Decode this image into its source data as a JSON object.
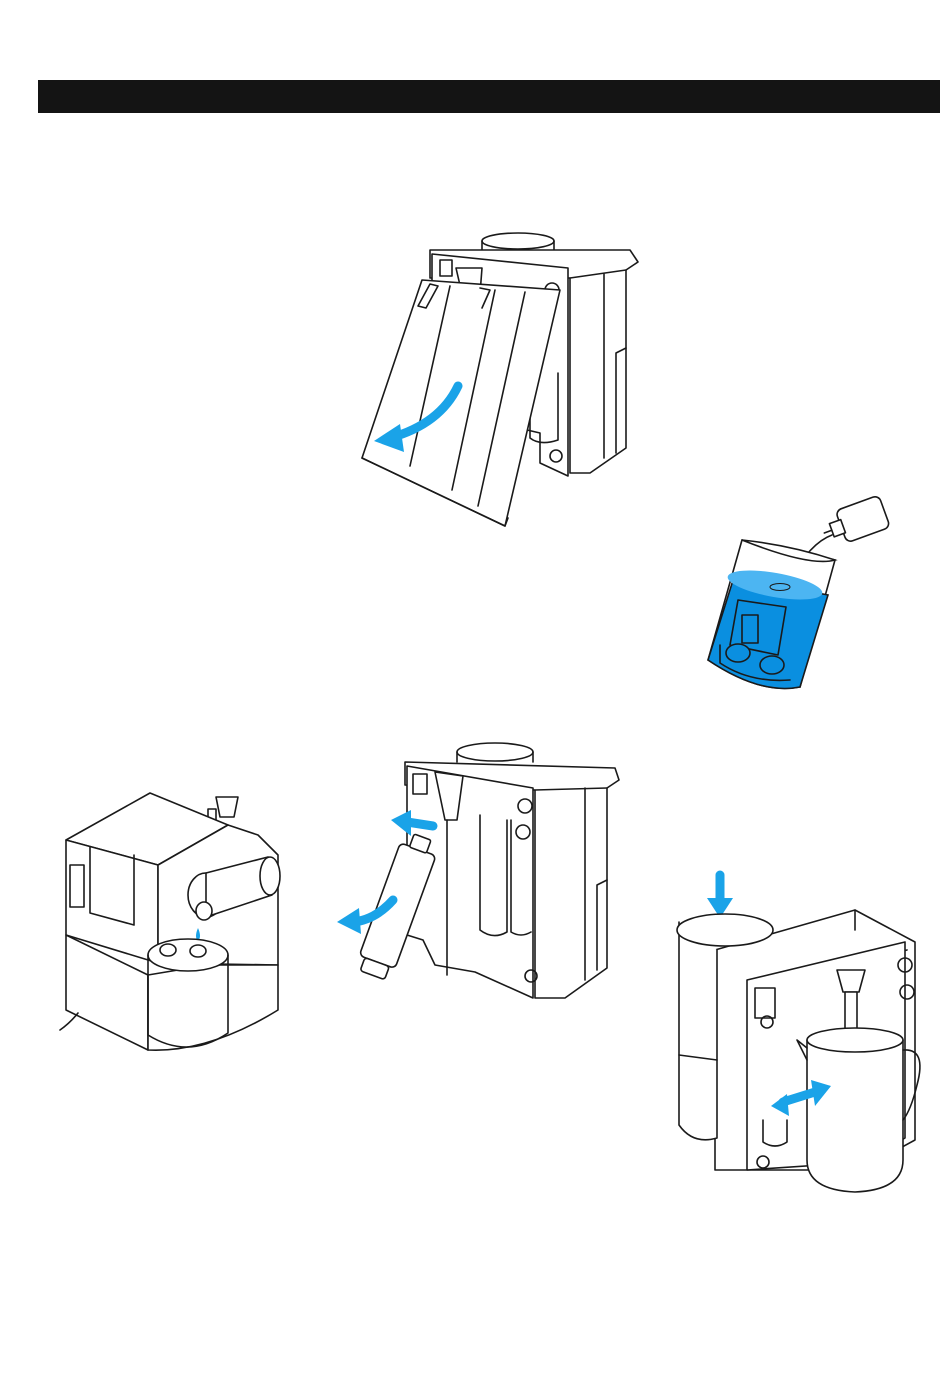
{
  "colors": {
    "header_bar": "#141414",
    "accent_blue": "#1aa3e8",
    "water_blue": "#0a8fe0",
    "line": "#1a1a1a",
    "background": "#ffffff"
  },
  "illustrations": [
    {
      "name": "open-front-panel",
      "icon": "curved-arrow-icon"
    },
    {
      "name": "cartridge-tank-filling",
      "icon": "bottle-icon"
    },
    {
      "name": "machine-side-view-drip",
      "icon": "water-drop-icon"
    },
    {
      "name": "remove-filter-cartridge",
      "icon": "curved-arrow-icon"
    },
    {
      "name": "machine-with-kettle",
      "icon": "arrow-down-icon"
    }
  ]
}
